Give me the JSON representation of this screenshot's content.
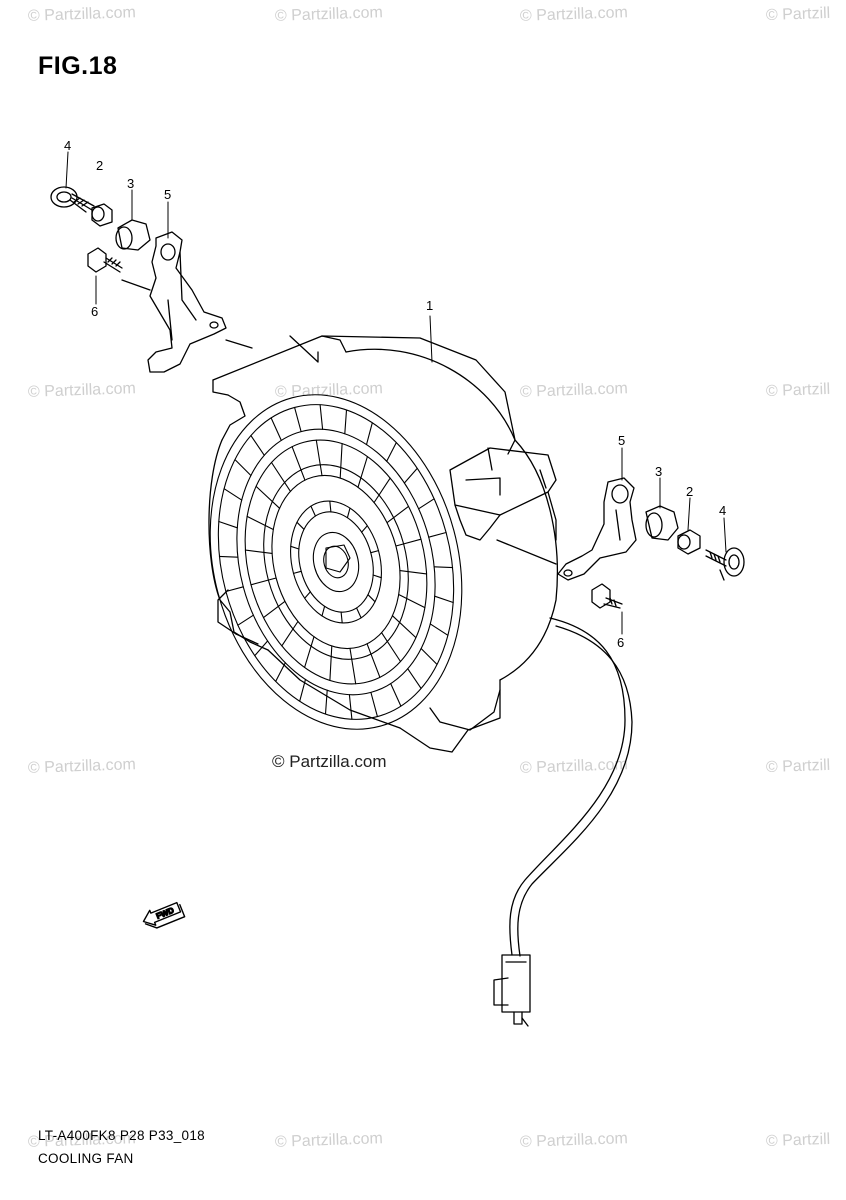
{
  "figure": {
    "title": "FIG.18"
  },
  "watermark": {
    "text": "© Partzilla.com",
    "main_text": "© Partzilla.com",
    "truncated": "© Partzill",
    "color": "#cfcfcf"
  },
  "callouts": {
    "c1": "1",
    "c2a": "2",
    "c3a": "3",
    "c4a": "4",
    "c5a": "5",
    "c6a": "6",
    "c2b": "2",
    "c3b": "3",
    "c4b": "4",
    "c5b": "5",
    "c6b": "6"
  },
  "direction_arrow": {
    "label": "FWD"
  },
  "footer": {
    "code": "LT-A400FK8 P28 P33_018",
    "name": "COOLING FAN"
  }
}
